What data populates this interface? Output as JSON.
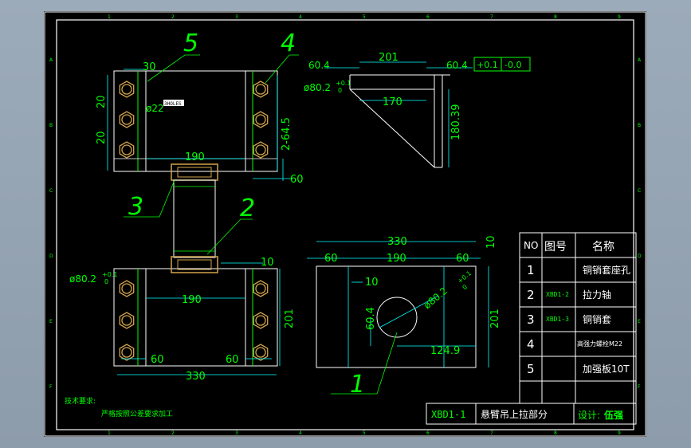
{
  "drawing": {
    "balloons": [
      "5",
      "4",
      "3",
      "2",
      "1"
    ],
    "dims_view1": {
      "top_30": "30",
      "left_20a": "20",
      "left_20b": "20",
      "hole_dia": "ø22",
      "hole_note": "3HOLES",
      "width_190": "190",
      "right_2x645": "2-64.5",
      "bottom_60": "60"
    },
    "dims_view2": {
      "left_604": "60.4",
      "top_201": "201",
      "right_604": "60.4",
      "tol_plus": "+0.1",
      "tol_minus": "-0.0",
      "dia_802": "ø80.2",
      "dia_tol_plus": "+0.1",
      "dia_tol_minus": "0",
      "mid_170": "170",
      "height_18039": "180.39"
    },
    "dims_view3": {
      "dia_802": "ø80.2",
      "dia_tol_plus": "+0.1",
      "dia_tol_minus": "0",
      "top_10": "10",
      "width_190": "190",
      "height_201": "201",
      "left_60": "60",
      "right_60": "60",
      "total_330": "330"
    },
    "dims_view4": {
      "top_330": "330",
      "right_10": "10",
      "left_60": "60",
      "mid_190": "190",
      "right_60": "60",
      "inner_10": "10",
      "height_604": "60.4",
      "dia_802": "ø80.2",
      "dia_tol_plus": "+0.1",
      "dia_tol_minus": "0",
      "dist_1249": "124.9",
      "height_201": "201"
    },
    "notes": {
      "title": "技术要求:",
      "line1": "严格按照公差要求加工"
    }
  },
  "bom": {
    "header_no": "NO",
    "header_code": "图号",
    "header_name": "名称",
    "rows": [
      {
        "no": "1",
        "code": "",
        "name": "铜销套座孔"
      },
      {
        "no": "2",
        "code": "XBD1-2",
        "name": "拉力轴"
      },
      {
        "no": "3",
        "code": "XBD1-3",
        "name": "铜销套"
      },
      {
        "no": "4",
        "code": "",
        "name": "高强力螺栓M22"
      },
      {
        "no": "5",
        "code": "",
        "name": "加强板10T"
      }
    ]
  },
  "title_block": {
    "drawing_no": "XBD1-1",
    "title": "悬臂吊上拉部分",
    "designer_label": "设计:",
    "designer": "伍强"
  },
  "border": {
    "col_letters": [
      "1",
      "2",
      "3",
      "4",
      "5",
      "6",
      "7",
      "8",
      "9"
    ],
    "row_letters": [
      "A",
      "B",
      "C",
      "D",
      "E",
      "F"
    ]
  },
  "colors": {
    "background": "#000000",
    "geometry": "#ffffff",
    "dimension": "#00ffff",
    "annotation": "#00ff00",
    "bolt": "#d2a34a",
    "viewport": "#98a7b6"
  }
}
